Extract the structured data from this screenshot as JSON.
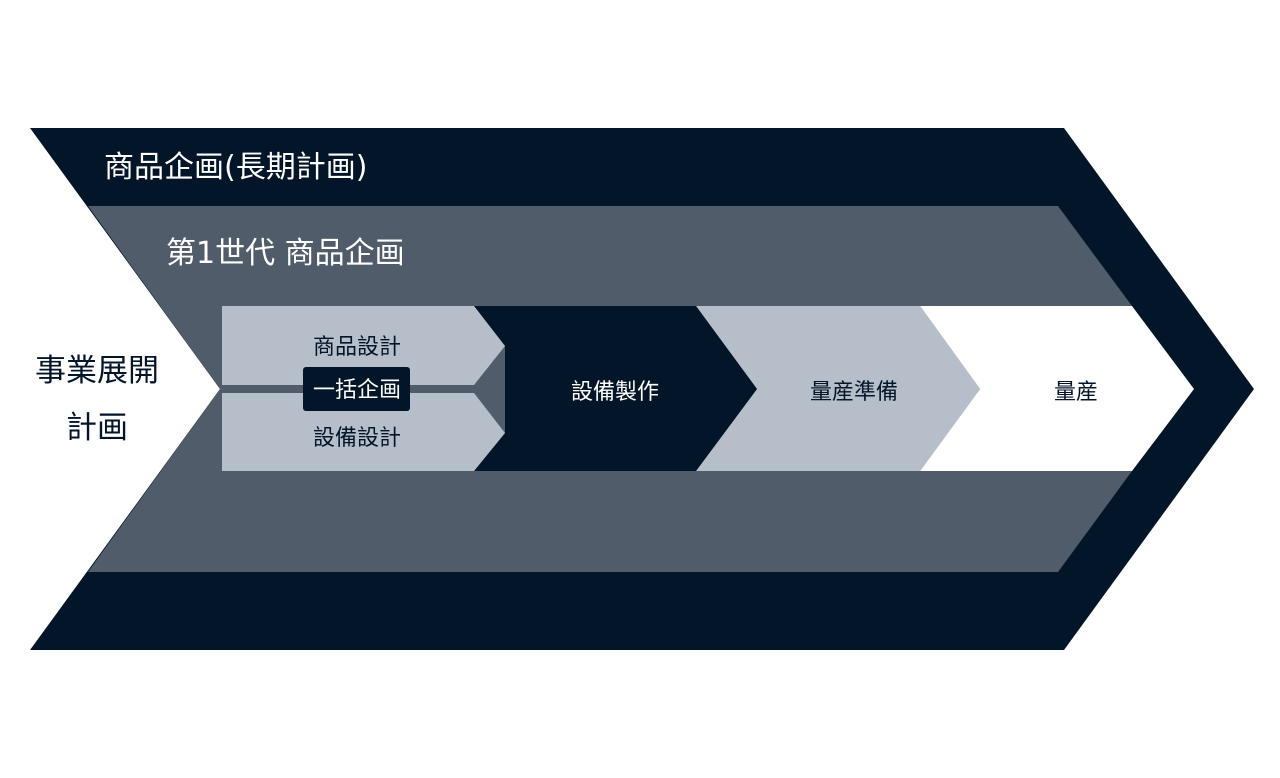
{
  "colors": {
    "navy": "#031529",
    "slate": "#515C6A",
    "light_gray": "#B6BFC9",
    "white": "#FFFFFF"
  },
  "outer_band": {
    "label": "商品企画(長期計画)"
  },
  "generation_band": {
    "label": "第1世代 商品企画"
  },
  "left_label": {
    "line1": "事業展開",
    "line2": "計画"
  },
  "process": {
    "product_design": "商品設計",
    "bulk_planning": "一括企画",
    "equipment_design": "設備設計",
    "equipment_build": "設備製作",
    "mass_prep": "量産準備",
    "mass_production": "量産"
  }
}
